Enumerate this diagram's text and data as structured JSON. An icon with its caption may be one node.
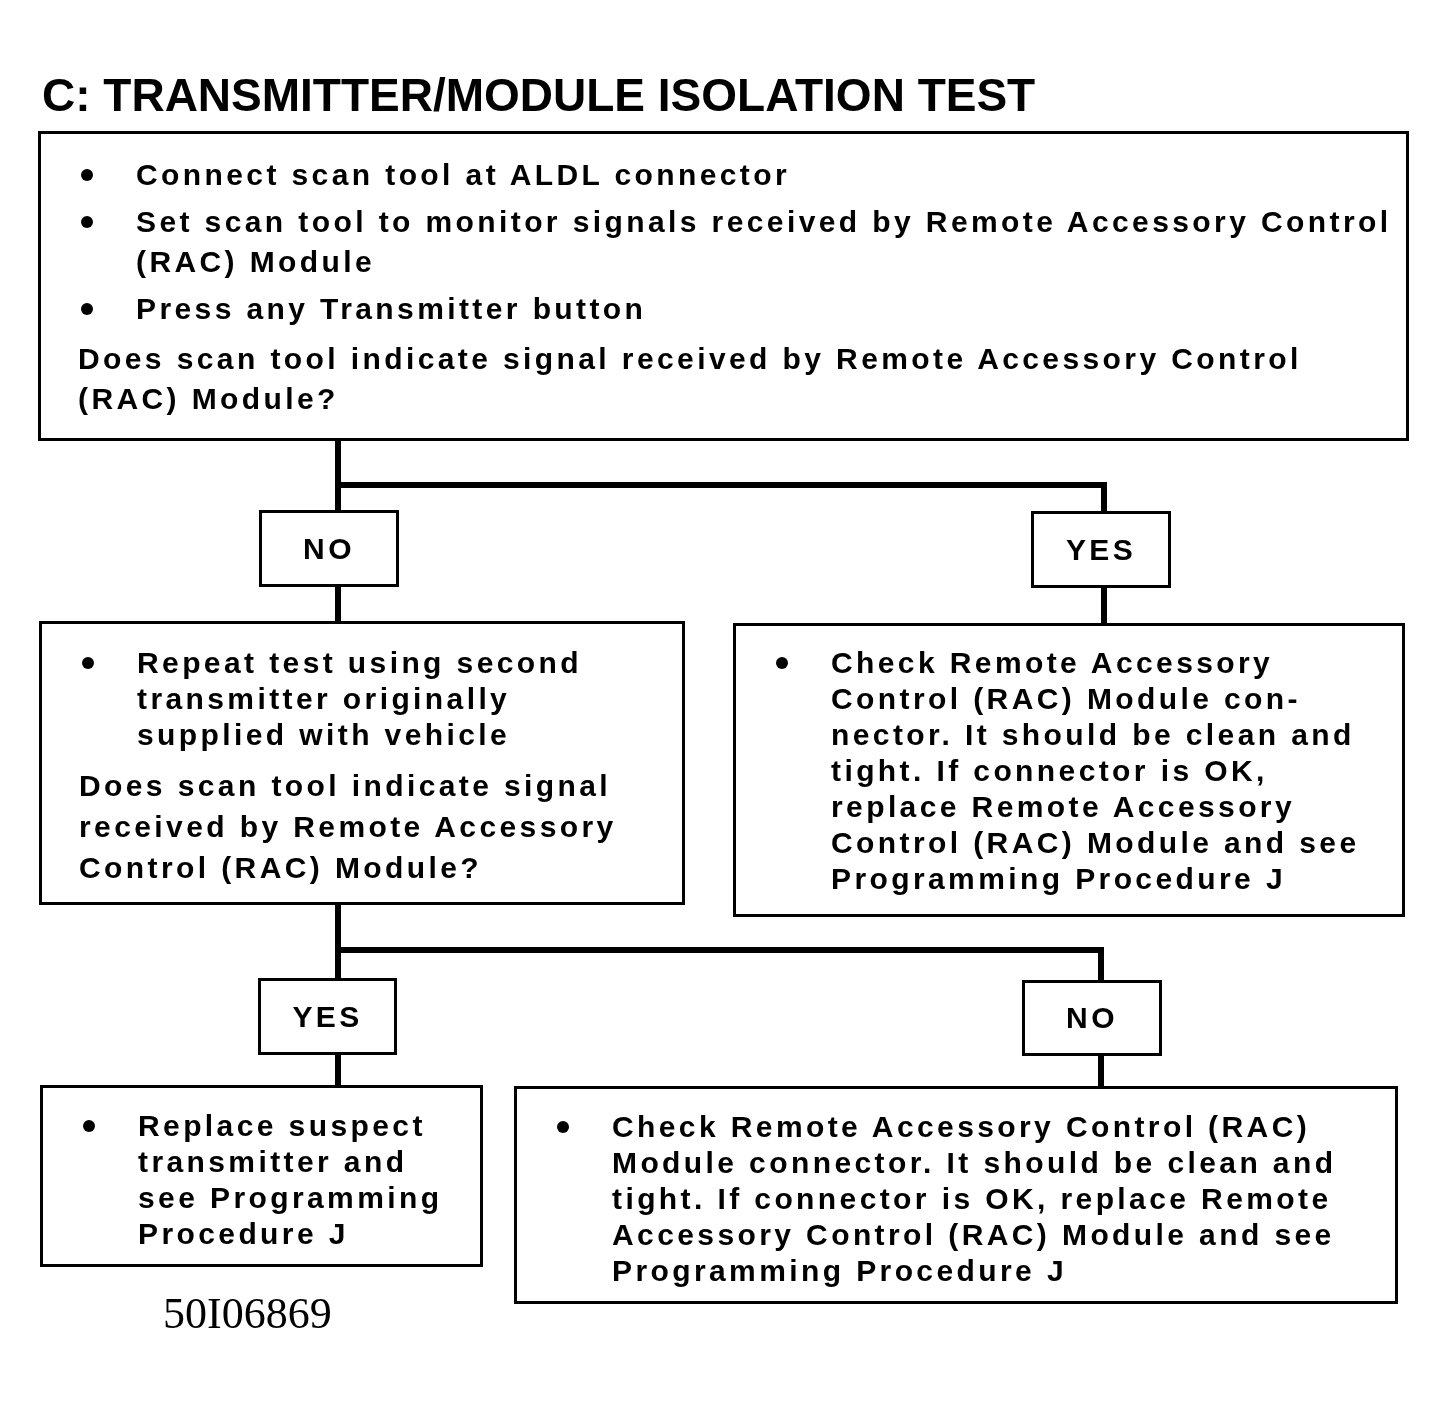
{
  "diagram": {
    "title": "C: TRANSMITTER/MODULE ISOLATION TEST",
    "nodes": [
      {
        "text": [
          "Connect scan tool at ALDL connector",
          "Set scan tool to monitor signals received by Remote Accessory Control (RAC) Module",
          "Press any Transmitter button",
          "Does scan tool indicate signal received by Remote Accessory Control (RAC) Module?"
        ]
      },
      {
        "text": [
          "NO"
        ]
      },
      {
        "text": [
          "YES"
        ]
      },
      {
        "text": [
          "Repeat test using second transmitter originally supplied with vehicle",
          "Does scan tool indicate signal received by Remote Accessory Control (RAC) Module?"
        ]
      },
      {
        "text": [
          "Check Remote Accessory Control (RAC) Module con-nector. It should be clean and tight. If connector is OK, replace Remote Accessory Control (RAC) Module and see Programming Procedure J"
        ]
      },
      {
        "text": [
          "YES"
        ]
      },
      {
        "text": [
          "NO"
        ]
      },
      {
        "text": [
          "Replace suspect transmitter and see Programming Procedure J"
        ]
      },
      {
        "text": [
          "Check Remote Accessory Control (RAC) Module connector. It should be clean and tight. If connector is OK, replace Remote Accessory Control (RAC) Module and see Programming Procedure J"
        ]
      }
    ],
    "edges": [
      {
        "from": 0,
        "to": 1,
        "arrow": "none"
      },
      {
        "from": 0,
        "to": 2,
        "arrow": "none"
      },
      {
        "from": 1,
        "to": 3,
        "arrow": "none"
      },
      {
        "from": 2,
        "to": 4,
        "arrow": "none"
      },
      {
        "from": 3,
        "to": 5,
        "arrow": "none"
      },
      {
        "from": 3,
        "to": 6,
        "arrow": "none"
      },
      {
        "from": 5,
        "to": 7,
        "arrow": "none"
      },
      {
        "from": 6,
        "to": 8,
        "arrow": "none"
      }
    ],
    "labels": [
      "50I06869"
    ]
  }
}
